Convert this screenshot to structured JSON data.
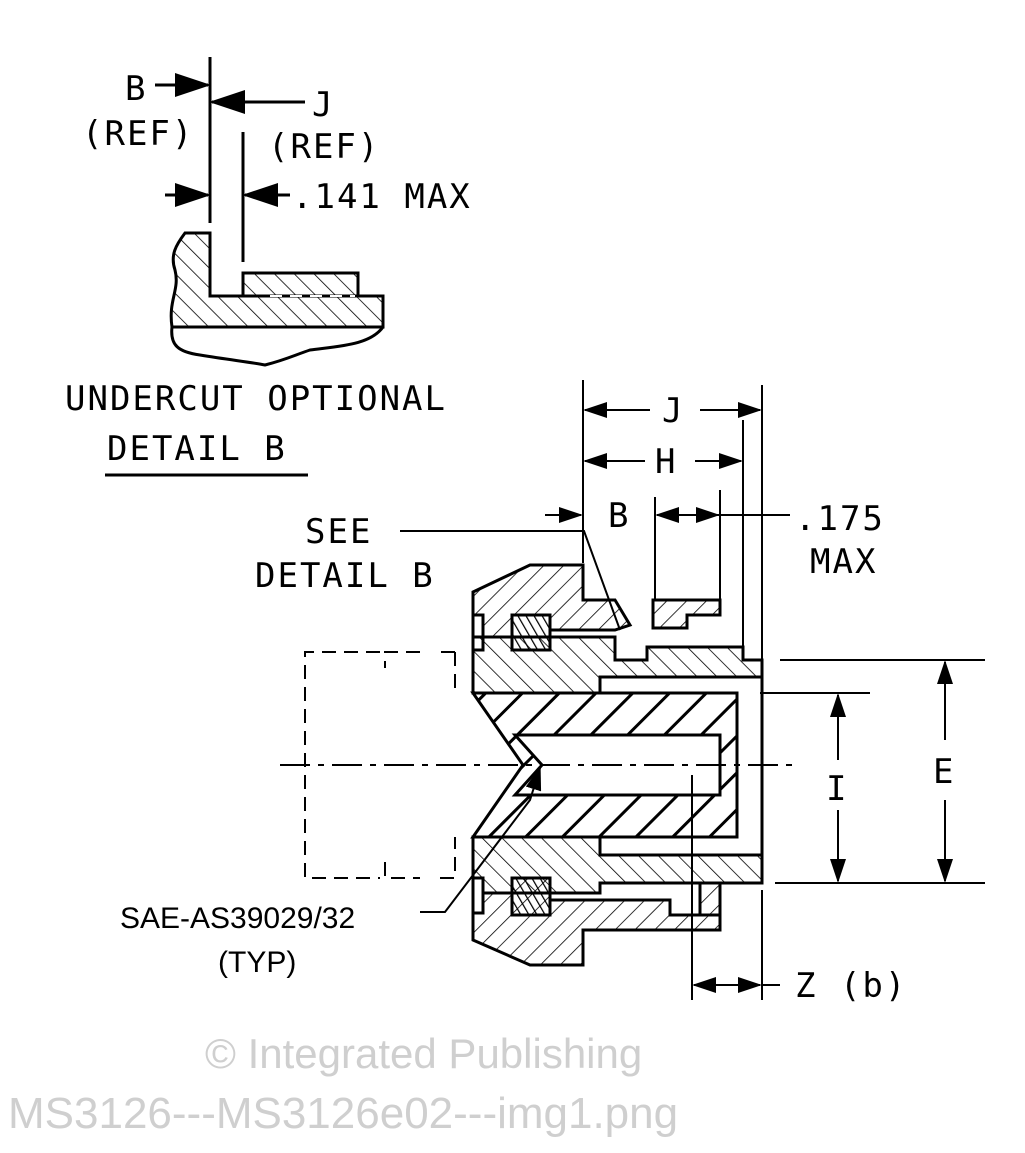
{
  "detail": {
    "b_label": "B",
    "b_ref": "(REF)",
    "j_label": "J",
    "j_ref": "(REF)",
    "dim_141": ".141 MAX",
    "caption_line1": "UNDERCUT OPTIONAL",
    "caption_line2": "DETAIL B"
  },
  "main": {
    "see_line1": "SEE",
    "see_line2": "DETAIL B",
    "dim_j": "J",
    "dim_h": "H",
    "dim_b": "B",
    "dim_175_line1": ".175",
    "dim_175_line2": "MAX",
    "dim_e": "E",
    "dim_i": "I",
    "dim_z": "Z (b)",
    "contact_line1": "SAE-AS39029/32",
    "contact_line2": "(TYP)"
  },
  "watermark": {
    "line1": "© Integrated Publishing",
    "line2": "MS3126---MS3126e02---img1.png"
  }
}
